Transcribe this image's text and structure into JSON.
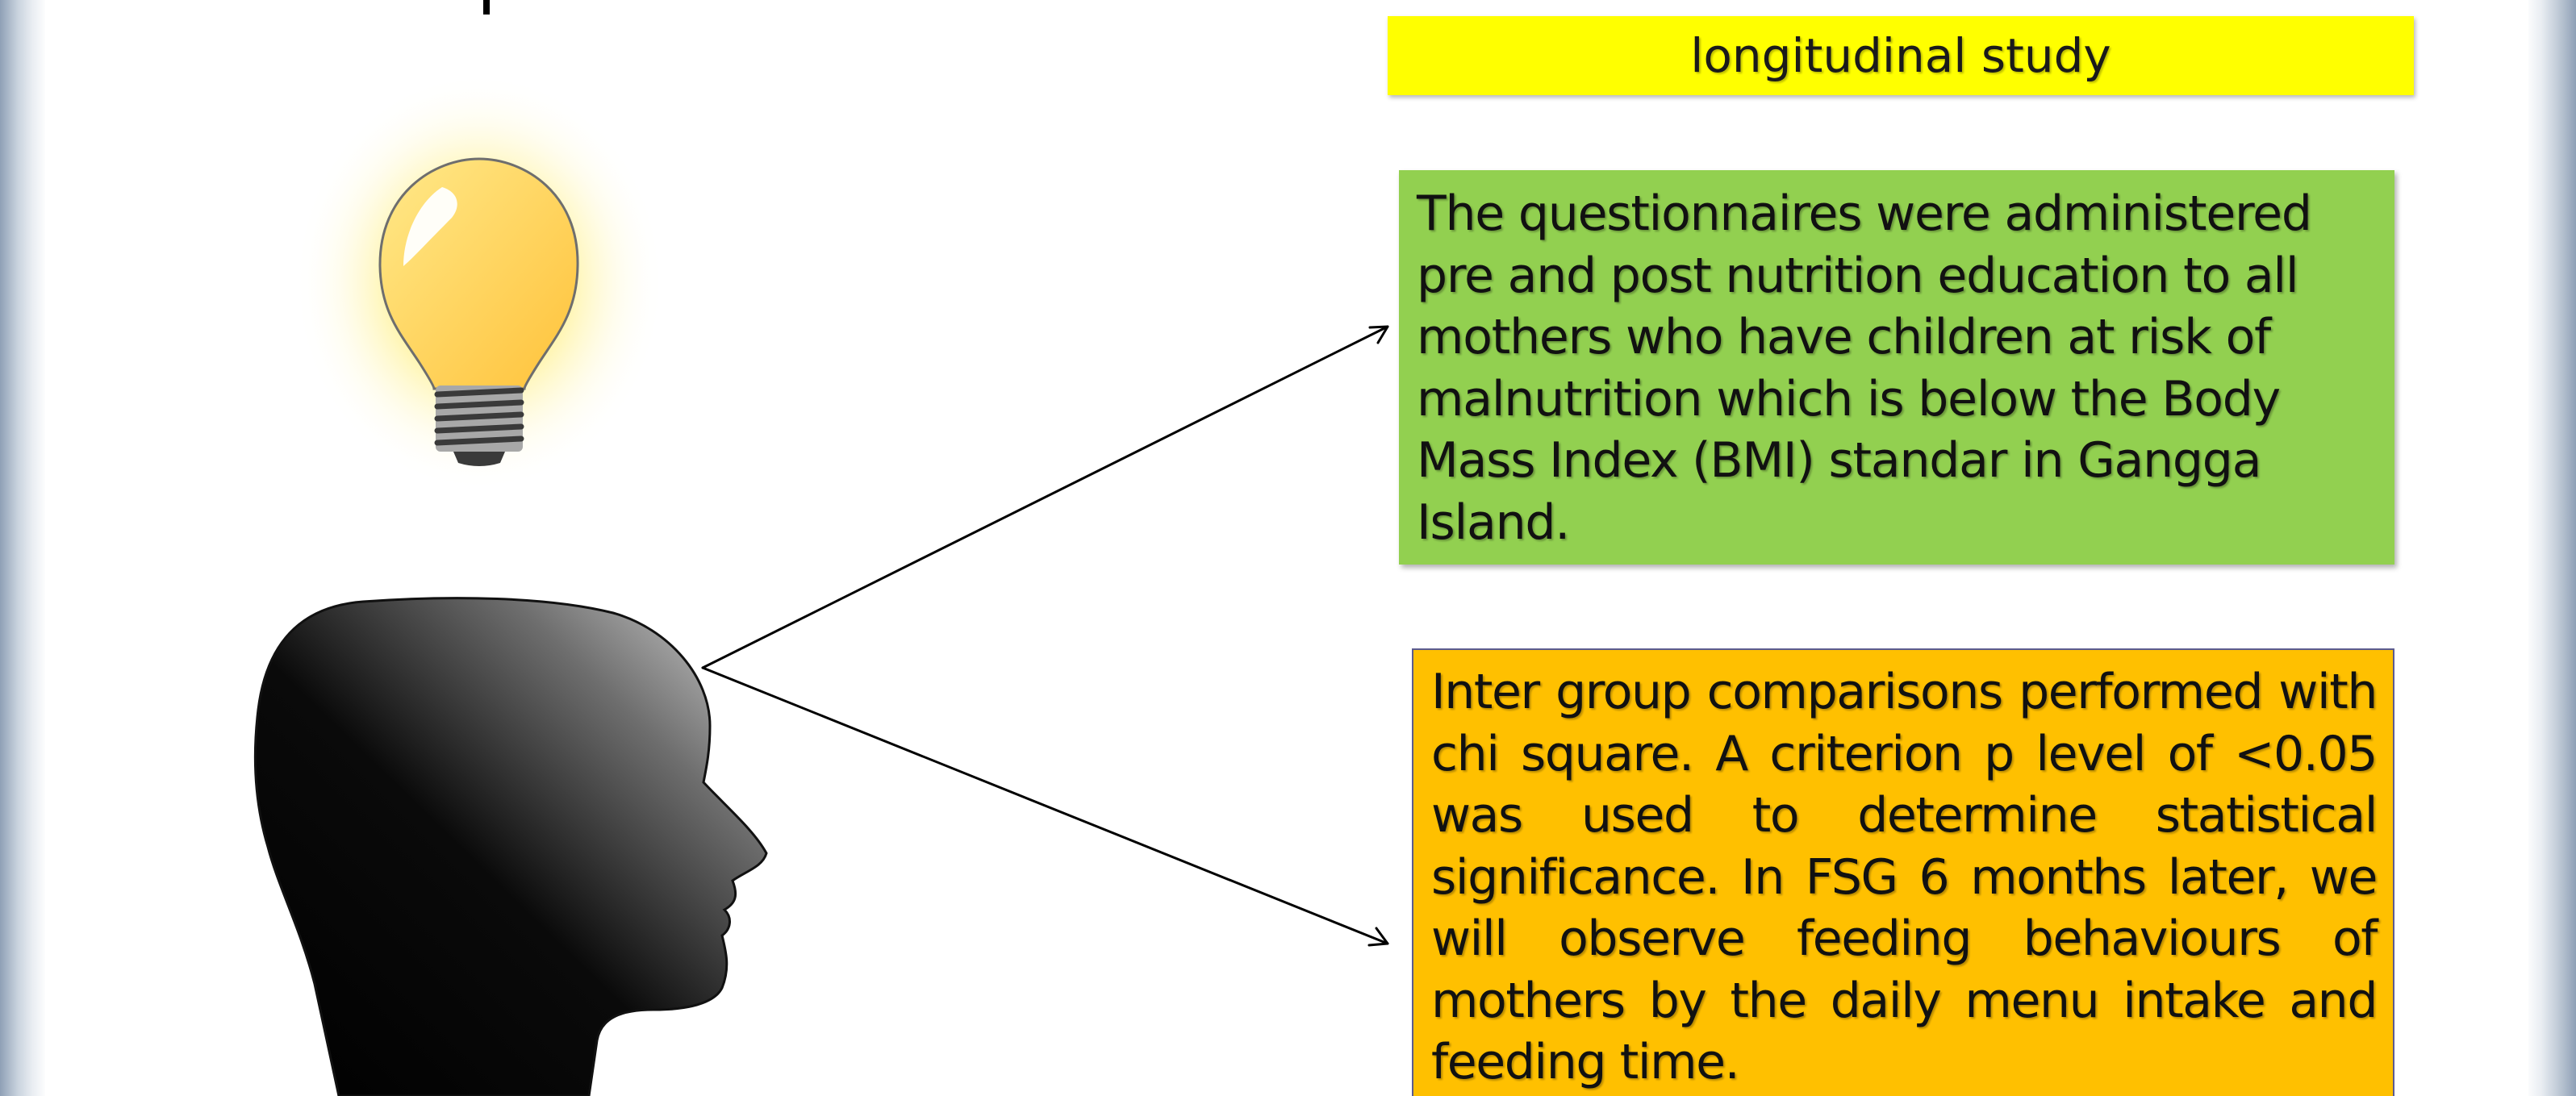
{
  "slide": {
    "method_label": "longitudinal study",
    "questionnaire_text": "The questionnaires were administered pre and post nutrition education to all mothers who have children at risk of malnutrition which is below the Body Mass Index (BMI) standar in Gangga Island.",
    "analysis_text": "Inter group comparisons performed with chi square. A criterion p  level of <0.05 was used to determine statistical significance. In FSG 6 months later, we will observe feeding behaviours of mothers by the daily menu intake and feeding time."
  },
  "colors": {
    "banner": "#ffff00",
    "green_box": "#92d050",
    "orange_box": "#ffc000",
    "bulb": "#ffc000"
  },
  "icons": {
    "bulb": "lightbulb-icon",
    "head": "head-silhouette-icon"
  }
}
